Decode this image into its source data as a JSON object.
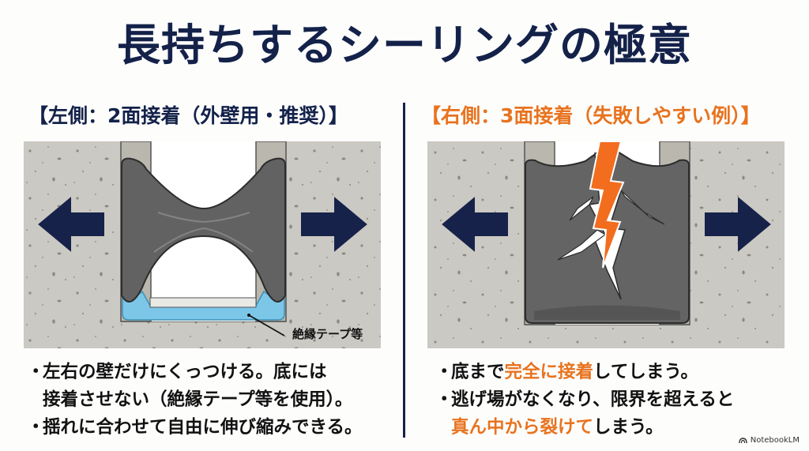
{
  "title": "長持ちするシーリングの極意",
  "left": {
    "heading": "【左側：2面接着（外壁用・推奨）】",
    "callout": "絶縁テープ等",
    "bullets": [
      {
        "dot": "・",
        "lines": [
          "左右の壁だけにくっつける。底には",
          "接着させない（絶縁テープ等を使用）。"
        ]
      },
      {
        "dot": "・",
        "lines": [
          "揺れに合わせて自由に伸び縮みできる。"
        ]
      }
    ],
    "icons": [
      "arrow-left-icon",
      "arrow-right-icon"
    ]
  },
  "right": {
    "heading": "【右側：3面接着（失敗しやすい例）】",
    "bullets": [
      {
        "dot": "・",
        "parts": [
          {
            "t": "底まで",
            "hl": false
          },
          {
            "t": "完全に接着",
            "hl": true
          },
          {
            "t": "してしまう。",
            "hl": false
          }
        ]
      },
      {
        "dot": "・",
        "line1": "逃げ場がなくなり、限界を超えると",
        "parts2": [
          {
            "t": "真ん中から裂けて",
            "hl": true
          },
          {
            "t": "しまう。",
            "hl": false
          }
        ]
      }
    ],
    "icons": [
      "arrow-left-icon",
      "arrow-right-icon",
      "lightning-crack-icon"
    ]
  },
  "brand": "NotebookLM",
  "colors": {
    "navy": "#14224a",
    "orange": "#e8731f",
    "concrete": "#c9c7c1",
    "sealant": "#5f5f5f",
    "tape": "#7cc7e8"
  }
}
